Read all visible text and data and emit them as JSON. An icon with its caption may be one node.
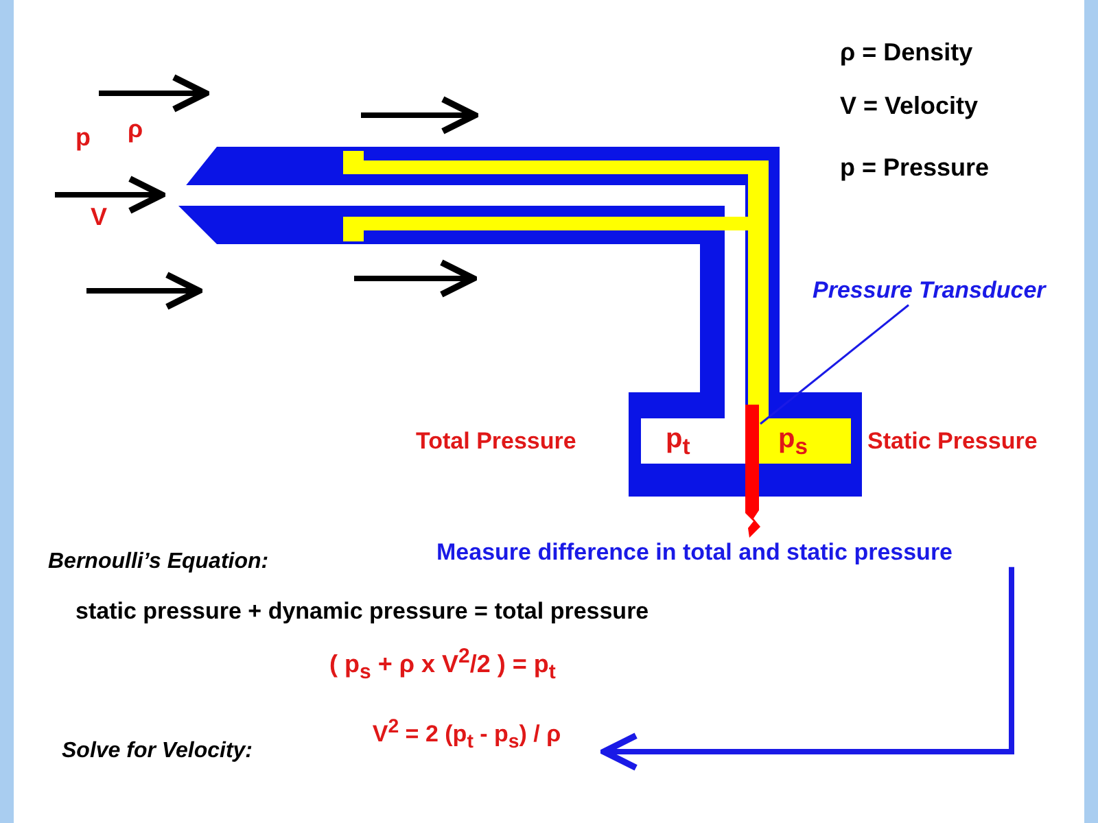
{
  "diagram": {
    "nodes": [
      {
        "text": [
          "Pressure Transducer"
        ]
      },
      {
        "text": [],
        "shape": "bar"
      },
      {
        "text": [
          "Measure difference in total and static pressure"
        ]
      },
      {
        "text": [
          "V$^{2}$ = 2 (p$_{t}$ - p$_{s}$) / ρ"
        ]
      }
    ],
    "edges": [
      {
        "from": 0,
        "to": 1,
        "arrow": "none"
      },
      {
        "from": 2,
        "to": 3,
        "arrow": "to",
        "style": "thick"
      }
    ],
    "labels": [
      "p",
      "ρ",
      "V",
      "ρ = Density",
      "V = Velocity",
      "p = Pressure",
      "Total Pressure",
      "p$_{t}$",
      "p$_{s}$",
      "Static Pressure",
      "Bernoulli’s Equation:",
      "static pressure + dynamic pressure = total pressure",
      "( p$_{s}$ + ρ x V$^{2}$/2 ) = p$_{t}$",
      "Solve for Velocity:"
    ]
  }
}
